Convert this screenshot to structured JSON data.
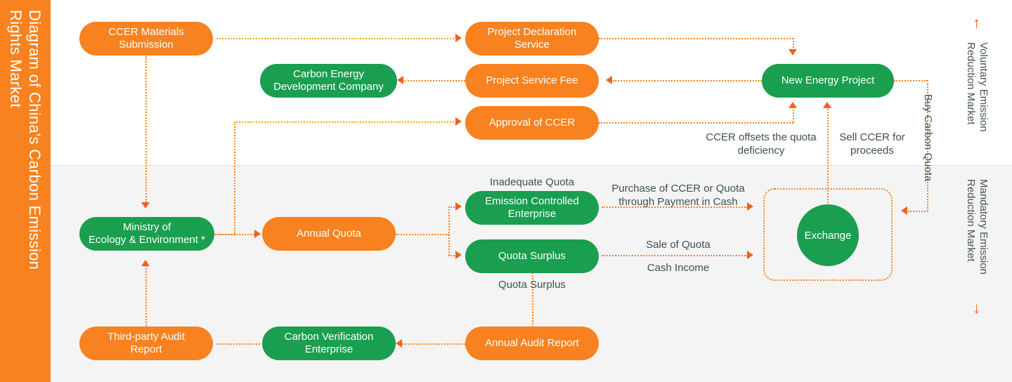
{
  "title": "Diagram of China's Carbon Emission\nRights Market",
  "colors": {
    "orange": "#f7821f",
    "green": "#1a9e50",
    "arrow": "#f4601f",
    "text": "#3f514a",
    "band_top": "#ffffff",
    "band_bottom": "#f4f4f4"
  },
  "nodes": {
    "ccer_materials_submission": "CCER Materials\nSubmission",
    "project_declaration_service": "Project Declaration\nService",
    "carbon_energy_development_company": "Carbon Energy\nDevelopment Company",
    "project_service_fee": "Project Service Fee",
    "approval_of_ccer": "Approval of CCER",
    "new_energy_project": "New Energy Project",
    "ministry_of_ecology": "Ministry of\nEcology & Environment *",
    "annual_quota": "Annual Quota",
    "emission_controlled_enterprise": "Emission Controlled\nEnterprise",
    "quota_surplus": "Quota Surplus",
    "exchange": "Exchange",
    "third_party_audit_report": "Third-party Audit\nReport",
    "carbon_verification_enterprise": "Carbon Verification\nEnterprise",
    "annual_audit_report": "Annual Audit Report"
  },
  "edge_labels": {
    "ccer_offsets": "CCER offsets the quota\ndeficiency",
    "sell_ccer": "Sell CCER for\nproceeds",
    "buy_carbon_quota": "Buy Carbon Quota",
    "inadequate_quota": "Inadequate Quota",
    "quota_surplus_below": "Quota Surplus",
    "purchase_ccer_quota": "Purchase of CCER or Quota\nthrough Payment in Cash",
    "sale_of_quota": "Sale of Quota",
    "cash_income": "Cash Income"
  },
  "markets": {
    "voluntary": "Voluntary Emission\nReduction Market",
    "mandatory": "Mandatory Emission\nReduction Market",
    "voluntary_arrow": "↑",
    "mandatory_arrow": "↓"
  }
}
